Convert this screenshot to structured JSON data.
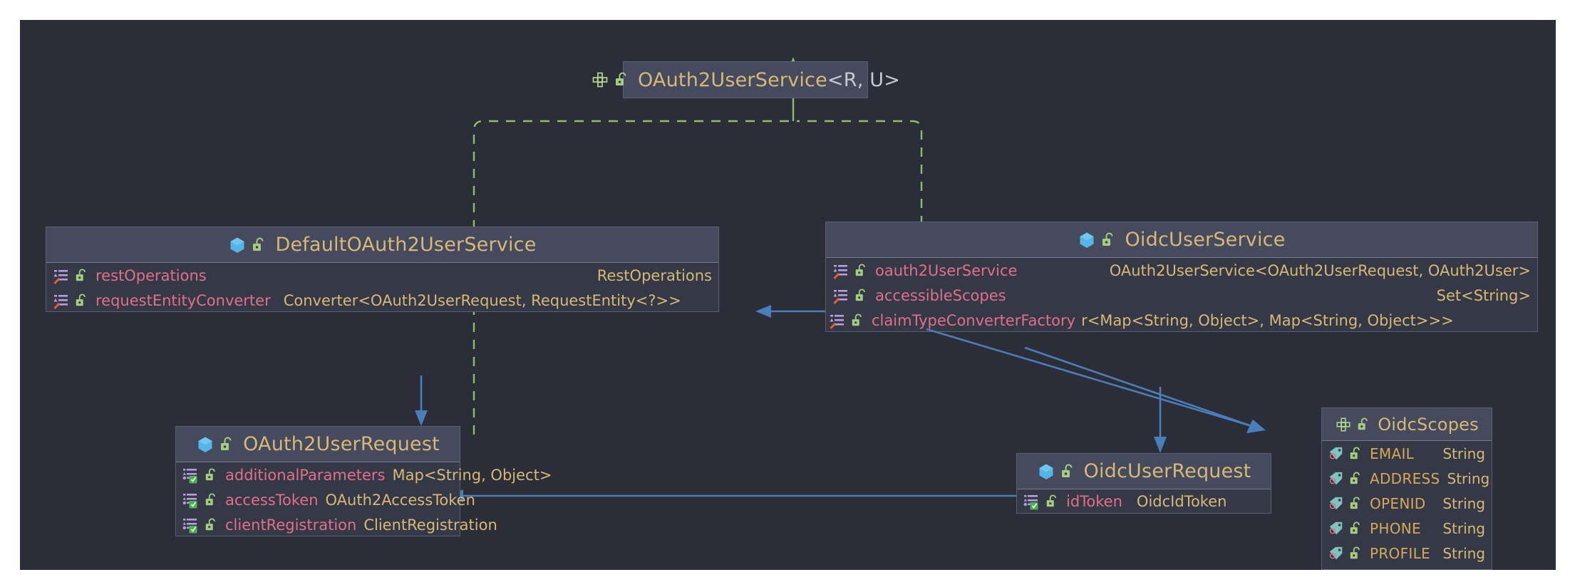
{
  "canvas": {
    "background": "#2b2e37",
    "page_background": "#ffffff"
  },
  "palette": {
    "node_header_bg": "#454b5c",
    "node_body_bg": "#343945",
    "node_border": "#5a6070",
    "class_name_color": "#d6b878",
    "member_name_color": "#e0708a",
    "member_type_color": "#d6b878",
    "enum_const_color": "#d6a85c",
    "inheritance_edge": "#8fbc6e",
    "association_edge": "#4a7ebb",
    "interface_icon": "#b5d68a",
    "class_icon": "#53b5e8",
    "lock_icon": "#a8cc7d",
    "field_icon": "#b89ce0",
    "enum_const_icon": "#7fc3c0"
  },
  "nodes": {
    "oauth2_user_service": {
      "name": "oauth2-user-service",
      "kind": "interface",
      "icon": "interface-icon",
      "visibility_icon": "unlocked-public-icon",
      "title": "OAuth2UserService",
      "generics": "<R, U>",
      "members": []
    },
    "default_oauth2_user_service": {
      "name": "default-oauth2-user-service",
      "kind": "class",
      "icon": "class-icon",
      "visibility_icon": "unlocked-public-icon",
      "title": "DefaultOAuth2UserService",
      "generics": "",
      "members": [
        {
          "icon": "property-field-icon",
          "visibility_icon": "unlocked-public-icon",
          "name": "restOperations",
          "type": "RestOperations"
        },
        {
          "icon": "property-field-icon",
          "visibility_icon": "unlocked-public-icon",
          "name": "requestEntityConverter",
          "type": "Converter<OAuth2UserRequest, RequestEntity<?>>"
        }
      ]
    },
    "oidc_user_service": {
      "name": "oidc-user-service",
      "kind": "class",
      "icon": "class-icon",
      "visibility_icon": "unlocked-public-icon",
      "title": "OidcUserService",
      "generics": "",
      "members": [
        {
          "icon": "property-field-icon",
          "visibility_icon": "unlocked-public-icon",
          "name": "oauth2UserService",
          "type": "OAuth2UserService<OAuth2UserRequest, OAuth2User>"
        },
        {
          "icon": "property-field-icon",
          "visibility_icon": "unlocked-public-icon",
          "name": "accessibleScopes",
          "type": "Set<String>"
        },
        {
          "icon": "property-field-icon",
          "visibility_icon": "unlocked-public-icon",
          "name": "claimTypeConverterFactory",
          "type": "r<Map<String, Object>, Map<String, Object>>>",
          "clipped": true
        }
      ]
    },
    "oauth2_user_request": {
      "name": "oauth2-user-request",
      "kind": "class",
      "icon": "class-icon",
      "visibility_icon": "unlocked-public-icon",
      "title": "OAuth2UserRequest",
      "generics": "",
      "members": [
        {
          "icon": "field-with-initializer-icon",
          "visibility_icon": "unlocked-public-icon",
          "name": "additionalParameters",
          "type": "Map<String, Object>"
        },
        {
          "icon": "field-with-initializer-icon",
          "visibility_icon": "unlocked-public-icon",
          "name": "accessToken",
          "type": "OAuth2AccessToken"
        },
        {
          "icon": "field-with-initializer-icon",
          "visibility_icon": "unlocked-public-icon",
          "name": "clientRegistration",
          "type": "ClientRegistration"
        }
      ]
    },
    "oidc_user_request": {
      "name": "oidc-user-request",
      "kind": "class",
      "icon": "class-icon",
      "visibility_icon": "unlocked-public-icon",
      "title": "OidcUserRequest",
      "generics": "",
      "members": [
        {
          "icon": "field-with-initializer-icon",
          "visibility_icon": "unlocked-public-icon",
          "name": "idToken",
          "type": "OidcIdToken"
        }
      ]
    },
    "oidc_scopes": {
      "name": "oidc-scopes",
      "kind": "enum",
      "icon": "interface-icon",
      "visibility_icon": "unlocked-public-icon",
      "title": "OidcScopes",
      "generics": "",
      "members": [
        {
          "icon": "enum-constant-icon",
          "visibility_icon": "unlocked-public-icon",
          "name": "EMAIL",
          "type": "String"
        },
        {
          "icon": "enum-constant-icon",
          "visibility_icon": "unlocked-public-icon",
          "name": "ADDRESS",
          "type": "String"
        },
        {
          "icon": "enum-constant-icon",
          "visibility_icon": "unlocked-public-icon",
          "name": "OPENID",
          "type": "String"
        },
        {
          "icon": "enum-constant-icon",
          "visibility_icon": "unlocked-public-icon",
          "name": "PHONE",
          "type": "String"
        },
        {
          "icon": "enum-constant-icon",
          "visibility_icon": "unlocked-public-icon",
          "name": "PROFILE",
          "type": "String"
        }
      ]
    }
  },
  "edges": [
    {
      "name": "edge-default-implements-oauth2userservice",
      "kind": "realization",
      "style": "dashed",
      "color": "#8fbc6e",
      "from": "default_oauth2_user_service",
      "to": "oauth2_user_service"
    },
    {
      "name": "edge-oidc-implements-oauth2userservice",
      "kind": "realization",
      "style": "dashed",
      "color": "#8fbc6e",
      "from": "oidc_user_service",
      "to": "oauth2_user_service"
    },
    {
      "name": "edge-oidcuserservice-uses-defaultoauth2userservice",
      "kind": "association",
      "style": "solid",
      "color": "#4a7ebb",
      "from": "oidc_user_service",
      "to": "default_oauth2_user_service"
    },
    {
      "name": "edge-default-uses-oauth2userrequest",
      "kind": "association",
      "style": "solid",
      "color": "#4a7ebb",
      "from": "default_oauth2_user_service",
      "to": "oauth2_user_request"
    },
    {
      "name": "edge-oidcuserservice-uses-oidcuserrequest",
      "kind": "association",
      "style": "solid",
      "color": "#4a7ebb",
      "from": "oidc_user_service",
      "to": "oidc_user_request"
    },
    {
      "name": "edge-oidcuserservice-uses-oidcscopes",
      "kind": "association",
      "style": "solid",
      "color": "#4a7ebb",
      "from": "oidc_user_service",
      "to": "oidc_scopes"
    },
    {
      "name": "edge-oidcuserrequest-extends-oauth2userrequest",
      "kind": "association",
      "style": "solid",
      "color": "#4a7ebb",
      "from": "oidc_user_request",
      "to": "oauth2_user_request"
    }
  ]
}
